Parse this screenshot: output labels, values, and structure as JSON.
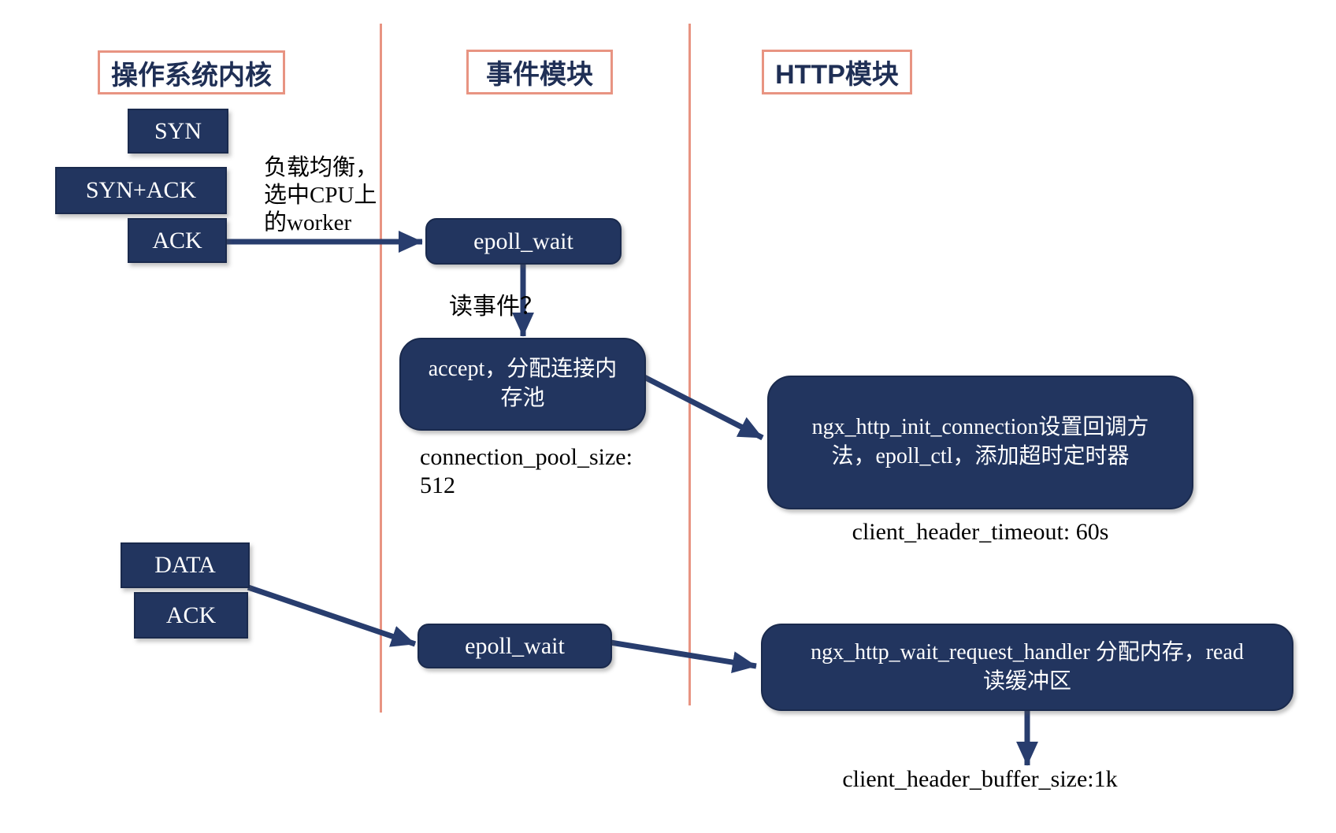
{
  "colors": {
    "box_fill": "#22355F",
    "box_border": "#1A2A4D",
    "arrow": "#283D6E",
    "divider": "#E89482",
    "header_border": "#E89482",
    "header_text": "#1F2F55",
    "box_text": "#FFFFFF",
    "annotation_text": "#000000"
  },
  "columns": [
    {
      "title": "操作系统内核"
    },
    {
      "title": "事件模块"
    },
    {
      "title": "HTTP模块"
    }
  ],
  "kernel": {
    "syn": "SYN",
    "syn_ack": "SYN+ACK",
    "ack": "ACK",
    "data": "DATA",
    "ack2": "ACK"
  },
  "event": {
    "epoll_wait_top": "epoll_wait",
    "accept": "accept，分配连接内存池",
    "epoll_wait_bottom": "epoll_wait"
  },
  "http": {
    "init_connection": "ngx_http_init_connection设置回调方法，epoll_ctl，添加超时定时器",
    "wait_request": "ngx_http_wait_request_handler 分配内存，read 读缓冲区"
  },
  "annotations": {
    "load_balance": "负载均衡，\n选中CPU上\n的worker",
    "read_event": "读事件？",
    "connection_pool_size": "connection_pool_size: 512",
    "client_header_timeout": "client_header_timeout: 60s",
    "client_header_buffer_size": "client_header_buffer_size:1k"
  }
}
